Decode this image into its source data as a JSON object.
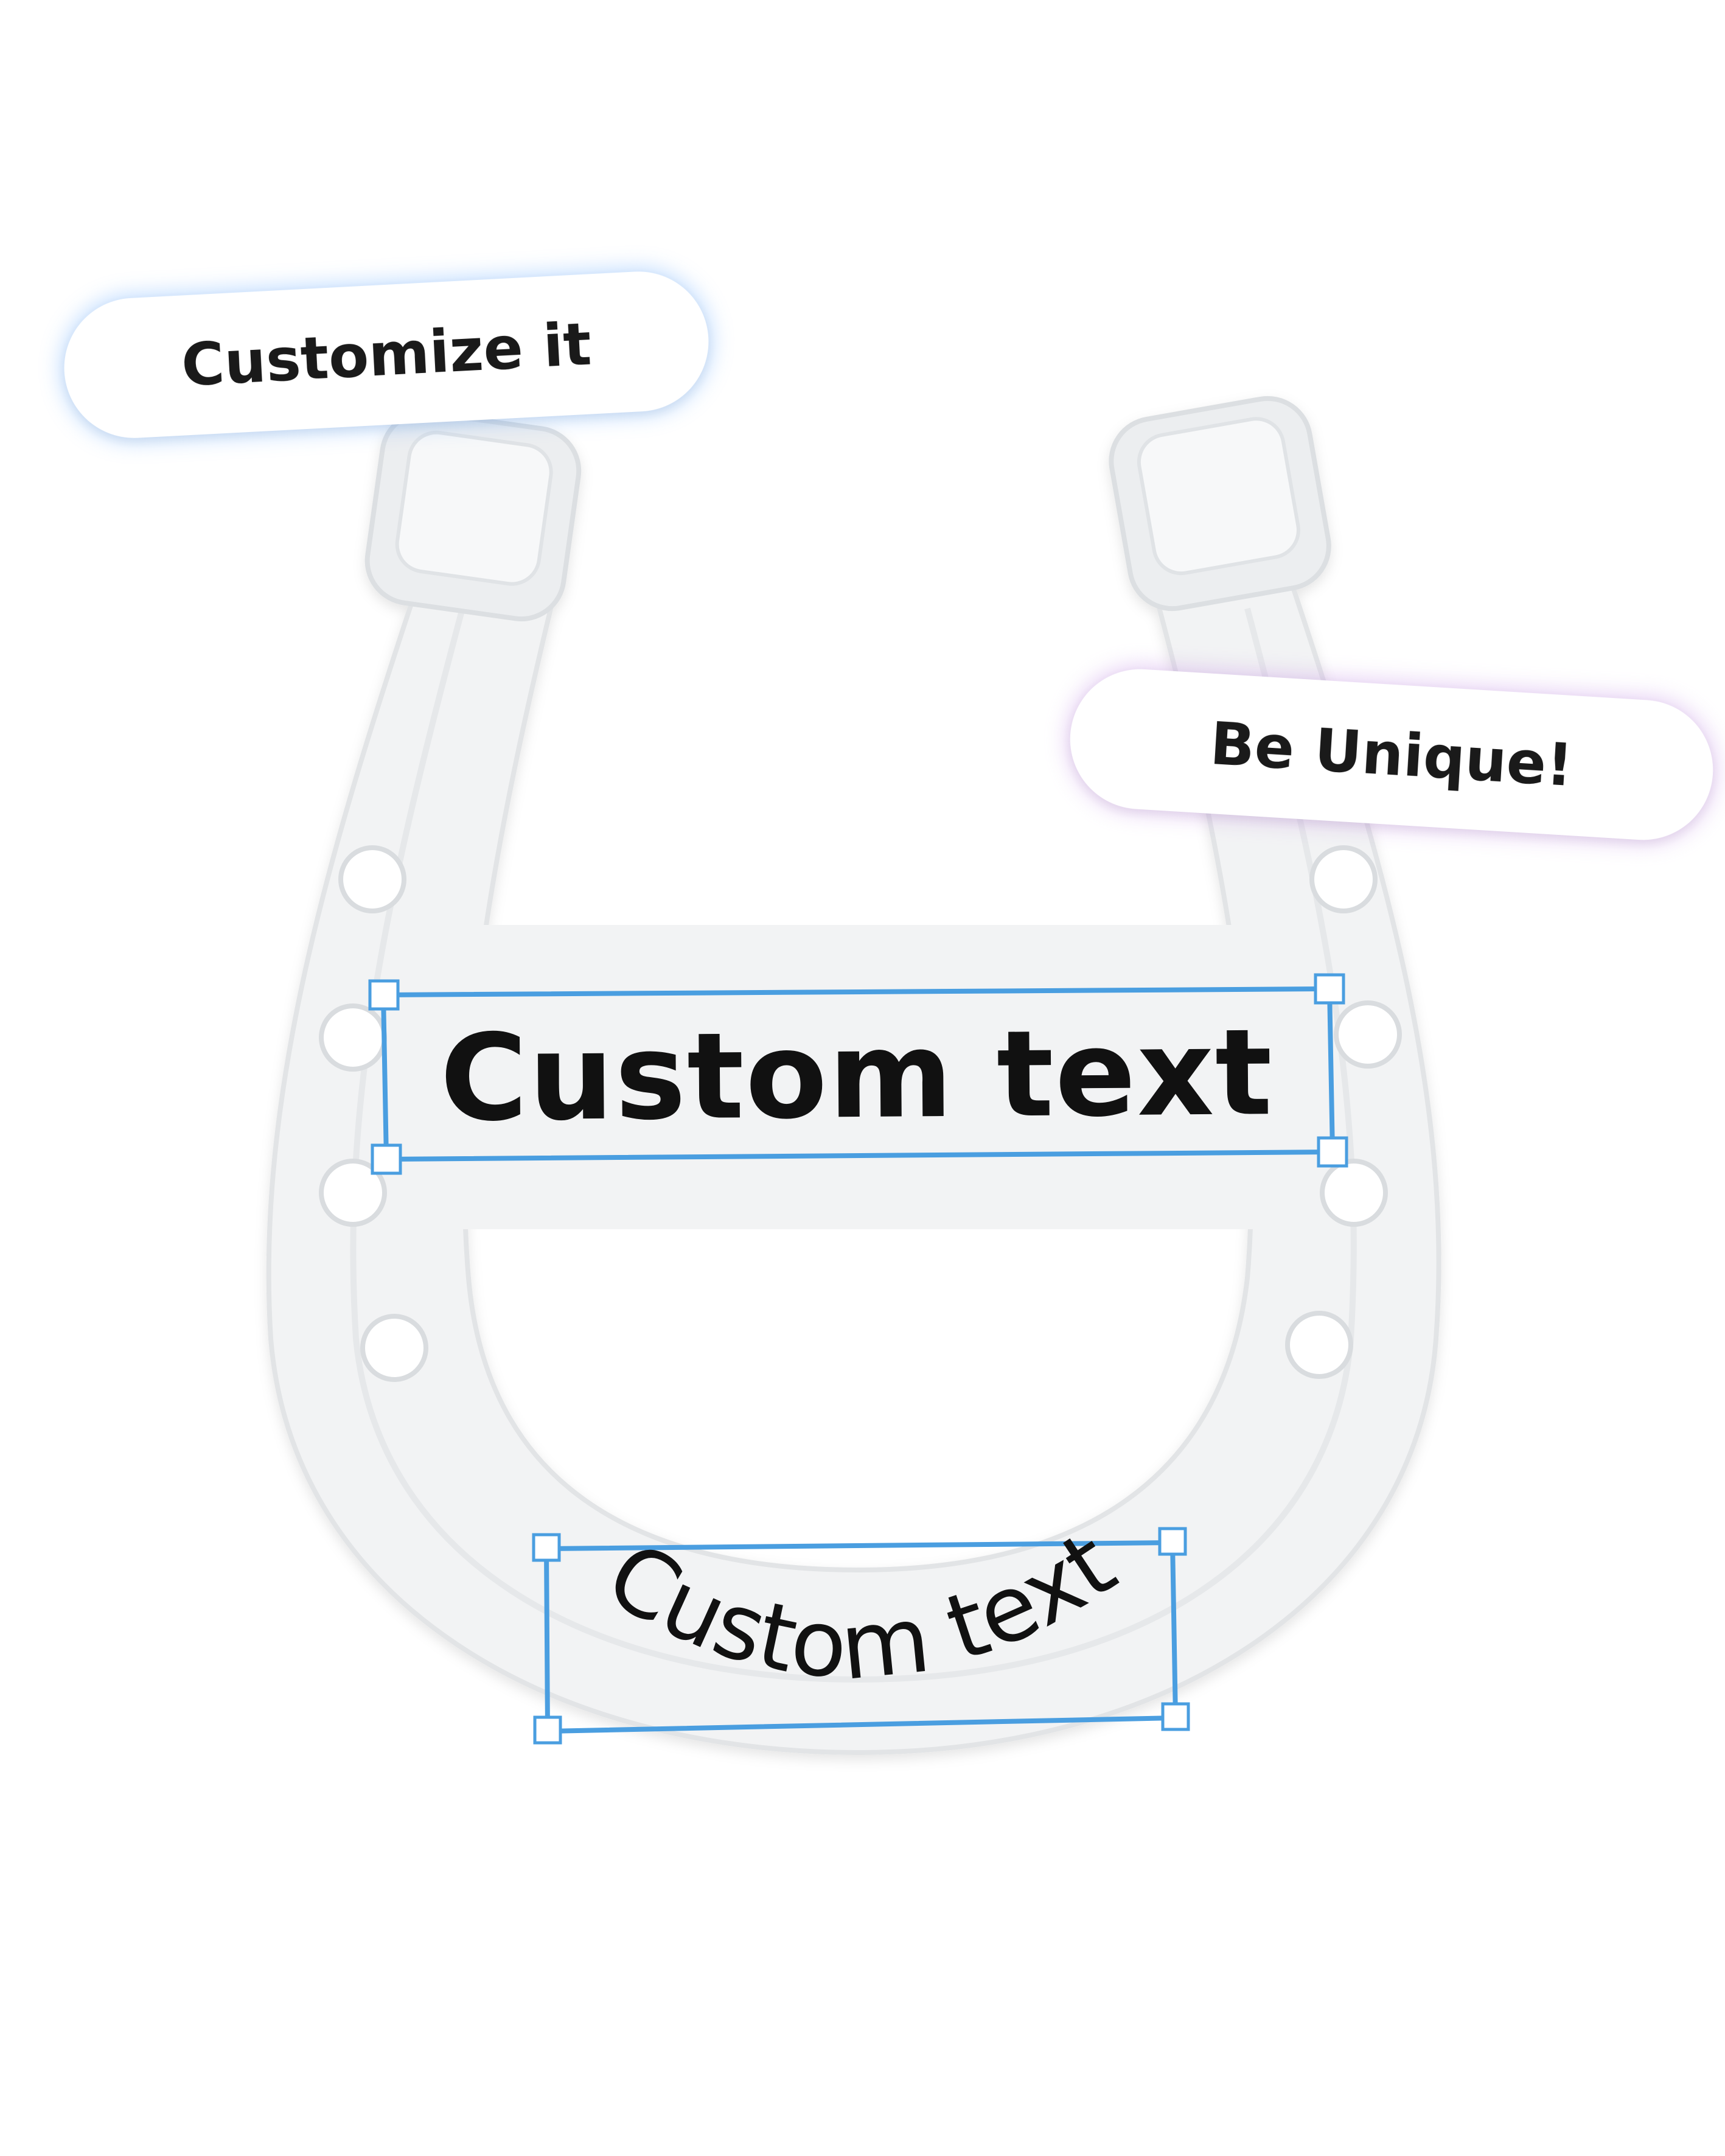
{
  "callouts": {
    "customize": "Customize it",
    "unique": "Be Unique!"
  },
  "text_fields": {
    "top": "Custom text",
    "bottom": "Custom text"
  },
  "colors": {
    "selection": "#4a9ee0",
    "horseshoe": "#f2f3f4",
    "text": "#111111"
  },
  "icons": [
    "horseshoe-icon"
  ]
}
